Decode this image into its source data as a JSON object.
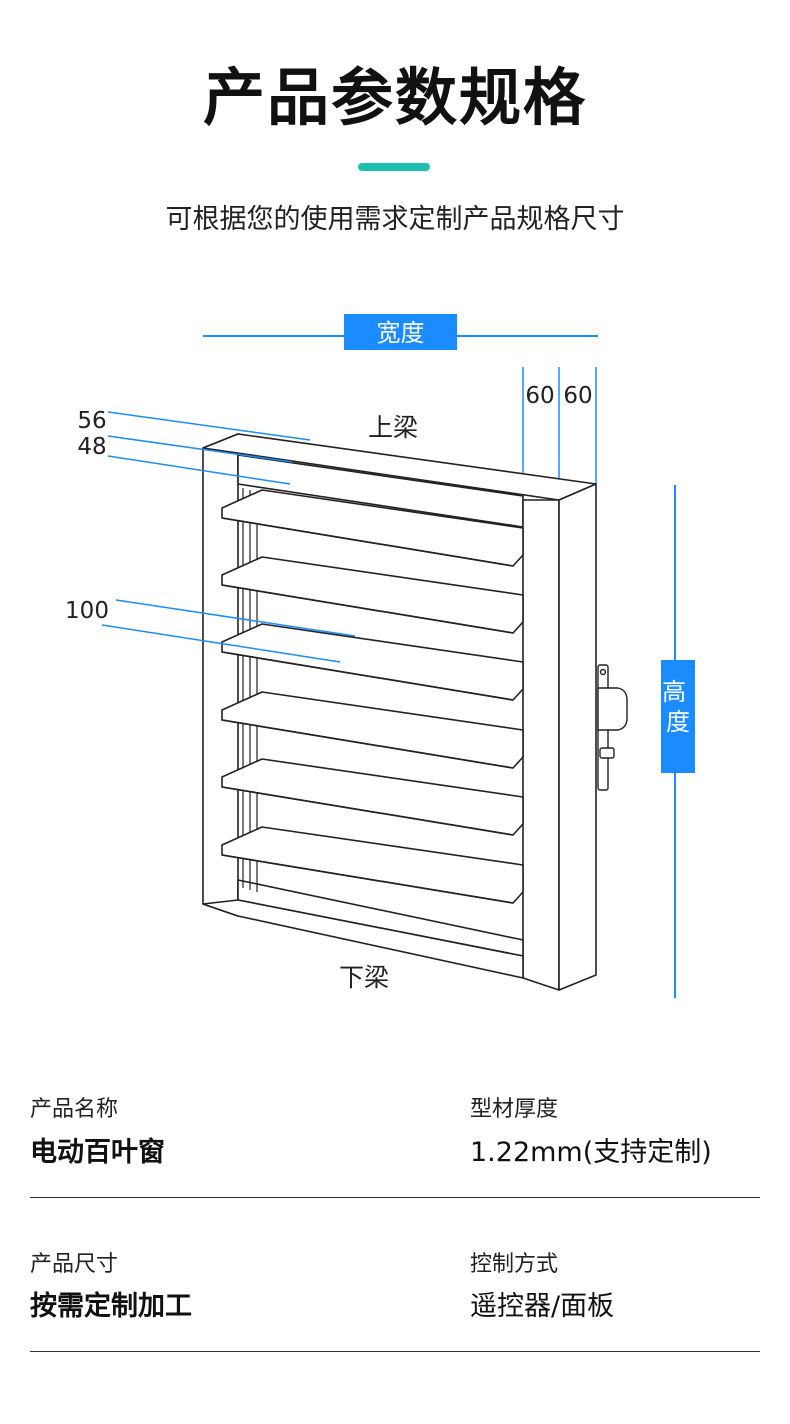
{
  "header": {
    "title": "产品参数规格",
    "subtitle": "可根据您的使用需求定制产品规格尺寸",
    "accent_color": "#1fbfb0"
  },
  "diagram": {
    "width_label": "宽度",
    "height_label": "高度",
    "top_beam_label": "上梁",
    "bottom_beam_label": "下梁",
    "dim_56": "56",
    "dim_48": "48",
    "dim_100": "100",
    "dim_60_left": "60",
    "dim_60_right": "60",
    "label_color": "#1a8cff"
  },
  "specs": {
    "name_label": "产品名称",
    "name_value": "电动百叶窗",
    "profile_label": "型材厚度",
    "profile_value": "1.22mm(支持定制)",
    "size_label": "产品尺寸",
    "size_value": "按需定制加工",
    "control_label": "控制方式",
    "control_value": "遥控器/面板"
  }
}
